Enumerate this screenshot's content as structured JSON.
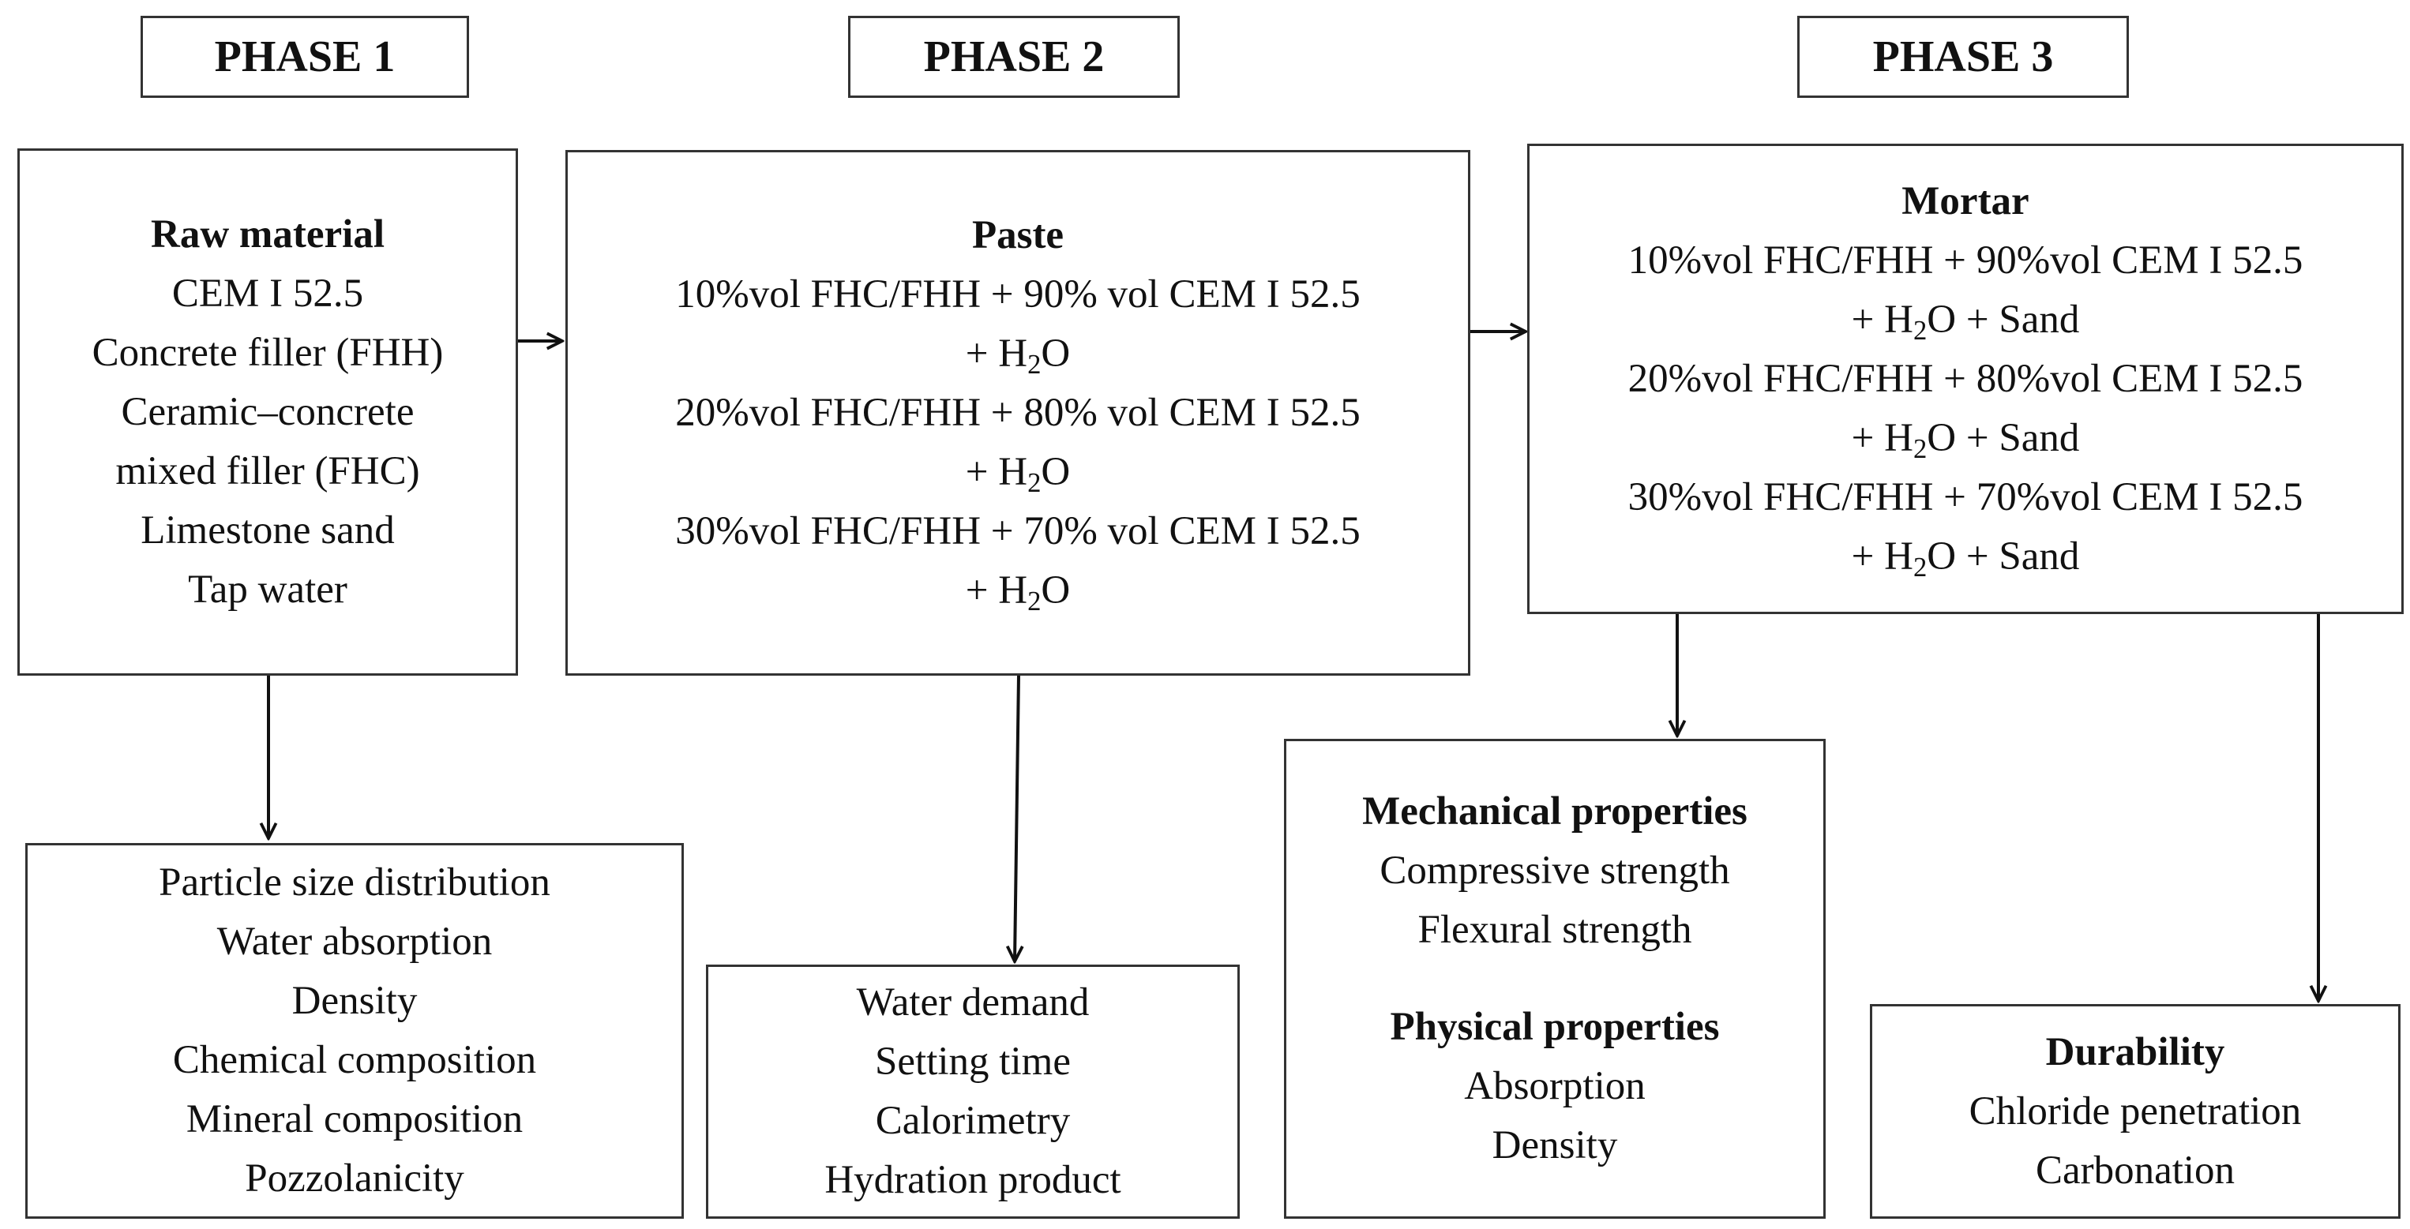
{
  "phases": {
    "p1": "PHASE 1",
    "p2": "PHASE 2",
    "p3": "PHASE 3"
  },
  "raw_material": {
    "title": "Raw material",
    "items": [
      "CEM I 52.5",
      "Concrete filler (FHH)",
      "Ceramic–concrete",
      "mixed filler (FHC)",
      "Limestone sand",
      "Tap water"
    ]
  },
  "paste": {
    "title": "Paste",
    "rows": [
      {
        "mix": "10%vol FHC/FHH + 90% vol CEM I 52.5",
        "h": "+ H",
        "sub": "2",
        "o": "O"
      },
      {
        "mix": "20%vol FHC/FHH + 80% vol CEM I 52.5",
        "h": "+ H",
        "sub": "2",
        "o": "O"
      },
      {
        "mix": "30%vol FHC/FHH + 70% vol CEM I 52.5",
        "h": "+ H",
        "sub": "2",
        "o": "O"
      }
    ]
  },
  "mortar": {
    "title": "Mortar",
    "rows": [
      {
        "mix": "10%vol FHC/FHH + 90%vol CEM I 52.5",
        "h": "+ H",
        "sub": "2",
        "o": "O + Sand"
      },
      {
        "mix": "20%vol FHC/FHH + 80%vol CEM I 52.5",
        "h": "+ H",
        "sub": "2",
        "o": "O + Sand"
      },
      {
        "mix": "30%vol FHC/FHH + 70%vol CEM I 52.5",
        "h": "+ H",
        "sub": "2",
        "o": "O + Sand"
      }
    ]
  },
  "raw_tests": [
    "Particle size distribution",
    "Water absorption",
    "Density",
    "Chemical composition",
    "Mineral composition",
    "Pozzolanicity"
  ],
  "paste_tests": [
    "Water demand",
    "Setting time",
    "Calorimetry",
    "Hydration product"
  ],
  "properties": {
    "mech_title": "Mechanical properties",
    "mech_items": [
      "Compressive strength",
      "Flexural strength"
    ],
    "phys_title": "Physical properties",
    "phys_items": [
      "Absorption",
      "Density"
    ]
  },
  "durability": {
    "title": "Durability",
    "items": [
      "Chloride penetration",
      "Carbonation"
    ]
  }
}
